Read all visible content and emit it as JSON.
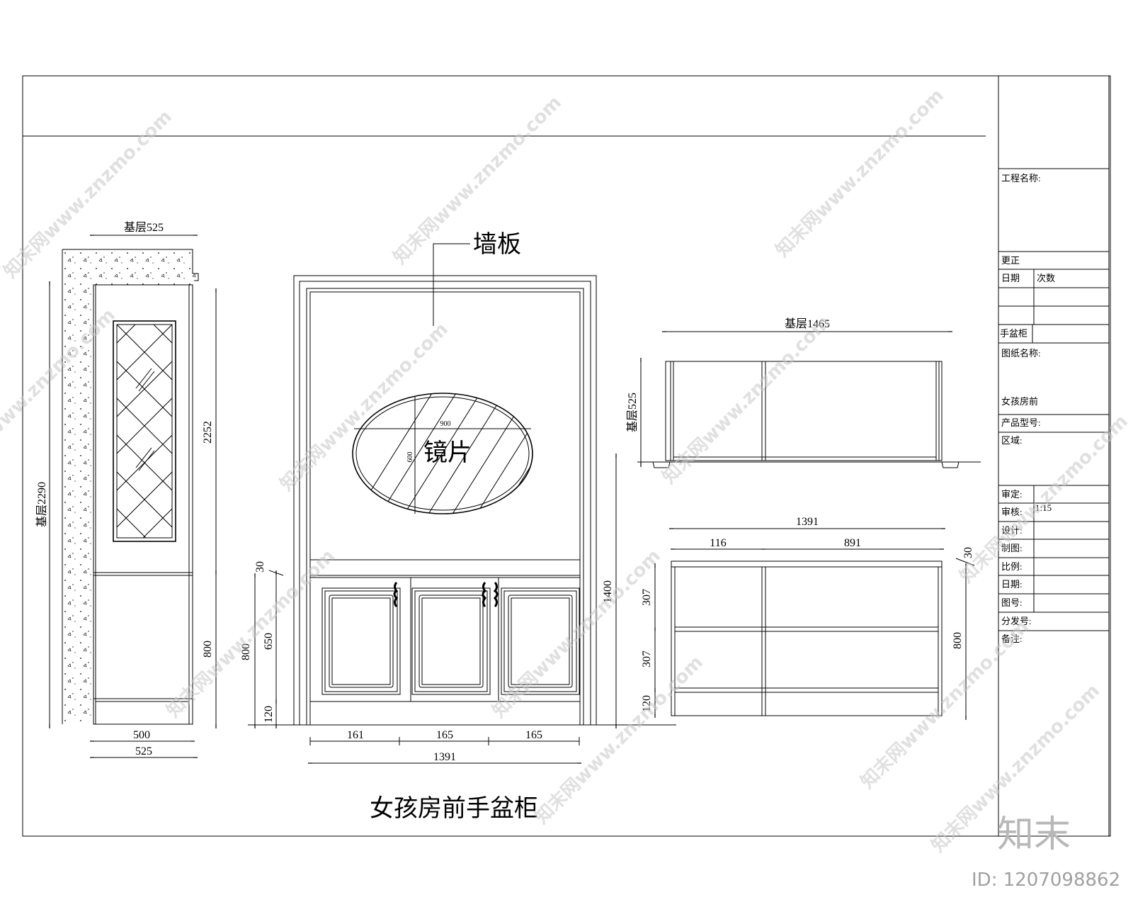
{
  "drawing_title": "女孩房前手盆柜",
  "callouts": {
    "wall_panel": "墙板",
    "mirror": "镜片"
  },
  "left_elevation": {
    "top_dim": "基层525",
    "height_total": "基层2290",
    "height_upper": "2252",
    "height_lower": "800",
    "bottom_inner": "500",
    "bottom_outer": "525"
  },
  "front_elevation": {
    "d30": "30",
    "d800": "800",
    "d650": "650",
    "d120": "120",
    "d1400": "1400",
    "w161": "161",
    "w165a": "165",
    "w165b": "165",
    "w1391": "1391",
    "mirror_w": "900",
    "mirror_h": "600"
  },
  "top_plan": {
    "width": "基层1465",
    "depth": "基层525"
  },
  "cabinet_plan": {
    "width": "1391",
    "w116": "116",
    "w891": "891",
    "h307a": "307",
    "h307b": "307",
    "h120": "120",
    "h800": "800",
    "h30": "30"
  },
  "title_block": {
    "project_name": "工程名称:",
    "change": "更正",
    "date": "日期",
    "revision": "次数",
    "item": "手盆柜",
    "drawing_name_label": "图纸名称:",
    "drawing_name": "女孩房前",
    "product_model": "产品型号:",
    "area": "区域:",
    "approve": "审定:",
    "review": "审核:",
    "scale_val": "1:15",
    "design": "设计:",
    "draw": "制图:",
    "ratio": "比例:",
    "date2": "日期:",
    "drawing_no": "图号:",
    "distribution": "分发号:",
    "remarks": "备注:"
  },
  "watermark": {
    "text": "知末网www.znzmo.com",
    "logo": "知末",
    "id": "ID: 1207098862"
  }
}
